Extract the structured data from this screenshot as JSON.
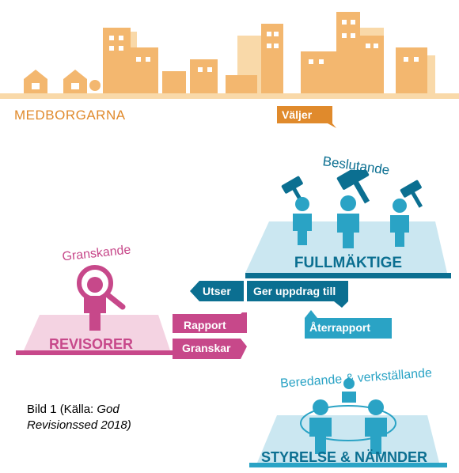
{
  "citizens": {
    "label": "MEDBORGARNA"
  },
  "arrows": {
    "valjer": "Väljer",
    "utser": "Utser",
    "ger_uppdrag": "Ger uppdrag till",
    "rapport": "Rapport",
    "granskar": "Granskar",
    "aterrapport": "Återrapport"
  },
  "council": {
    "role": "Beslutande",
    "name": "FULLMÄKTIGE"
  },
  "auditors": {
    "role": "Granskande",
    "name": "REVISORER"
  },
  "boards": {
    "role": "Beredande & verkställande",
    "name": "STYRELSE & NÄMNDER"
  },
  "caption": {
    "prefix": "Bild 1 (Källa: ",
    "source_line1": "God",
    "source_line2": "Revisionssed 2018)"
  },
  "colors": {
    "orange": "#f3b76f",
    "orange_dark": "#e08a2c",
    "blue": "#2aa3c5",
    "blue_dark": "#0b6f91",
    "blue_light": "#cbe7f1",
    "pink": "#c7488a",
    "pink_light": "#f4d3e2"
  }
}
